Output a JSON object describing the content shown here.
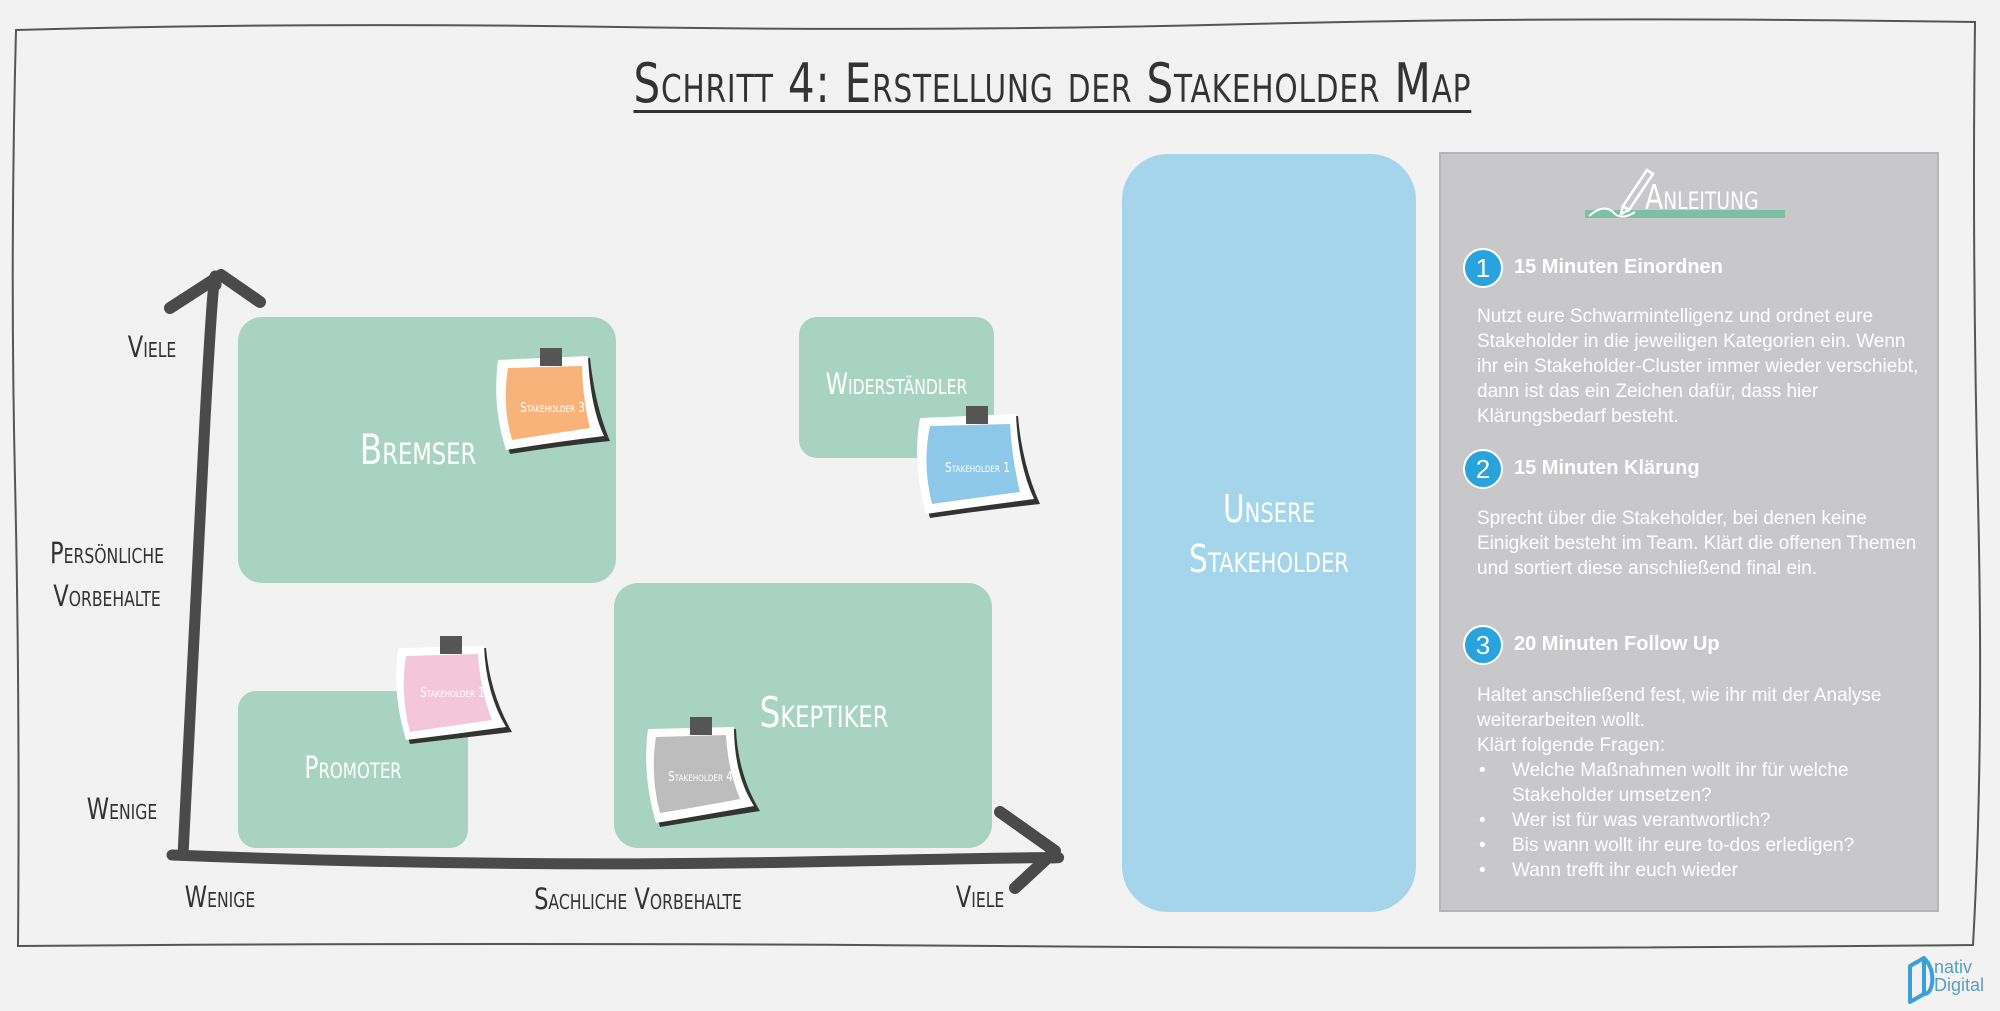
{
  "title": "Schritt 4: Erstellung der Stakeholder Map",
  "axes": {
    "y_high": "Viele",
    "y_low": "Wenige",
    "y_title_line1": "Persönliche",
    "y_title_line2": "Vorbehalte",
    "x_low": "Wenige",
    "x_high": "Viele",
    "x_title": "Sachliche Vorbehalte"
  },
  "quadrants": {
    "bremser": "Bremser",
    "widerstaendler": "Widerständler",
    "skeptiker": "Skeptiker",
    "promoter": "Promoter"
  },
  "notes": [
    {
      "label": "Stakeholder 3",
      "color": "#f7b37a"
    },
    {
      "label": "Stakeholder 1",
      "color": "#8ec8e8"
    },
    {
      "label": "Stakeholder 1",
      "color": "#f4c6da"
    },
    {
      "label": "Stakeholder 4",
      "color": "#bdbdbd"
    }
  ],
  "stakeholders_column": {
    "line1": "Unsere",
    "line2": "Stakeholder"
  },
  "instructions": {
    "heading": "Anleitung",
    "steps": [
      {
        "number": "1",
        "title": "15 Minuten Einordnen",
        "text": "Nutzt eure Schwarmintelligenz und ordnet eure Stakeholder in die jeweiligen Kategorien ein. Wenn ihr ein Stakeholder-Cluster immer wieder verschiebt, dann ist das ein Zeichen dafür, dass hier Klärungsbedarf besteht."
      },
      {
        "number": "2",
        "title": "15 Minuten Klärung",
        "text": "Sprecht über die Stakeholder, bei denen keine Einigkeit besteht im Team. Klärt die offenen Themen und sortiert diese anschließend final ein."
      },
      {
        "number": "3",
        "title": "20 Minuten Follow Up",
        "text_line1": "Haltet anschließend fest, wie ihr mit der Analyse weiterarbeiten wollt.",
        "text_line2": "Klärt folgende Fragen:",
        "bullets": [
          "Welche Maßnahmen wollt ihr für welche Stakeholder umsetzen?",
          "Wer ist für was verantwortlich?",
          "Bis wann wollt ihr eure to-dos erledigen?",
          "Wann trefft ihr euch wieder"
        ]
      }
    ]
  },
  "logo": {
    "line1": "nativ",
    "line2": "Digital"
  },
  "colors": {
    "quadrant": "#a8d3c3",
    "column": "#a4d5ea",
    "panel": "#c8c8ca",
    "step_badge": "#29a3dc"
  }
}
